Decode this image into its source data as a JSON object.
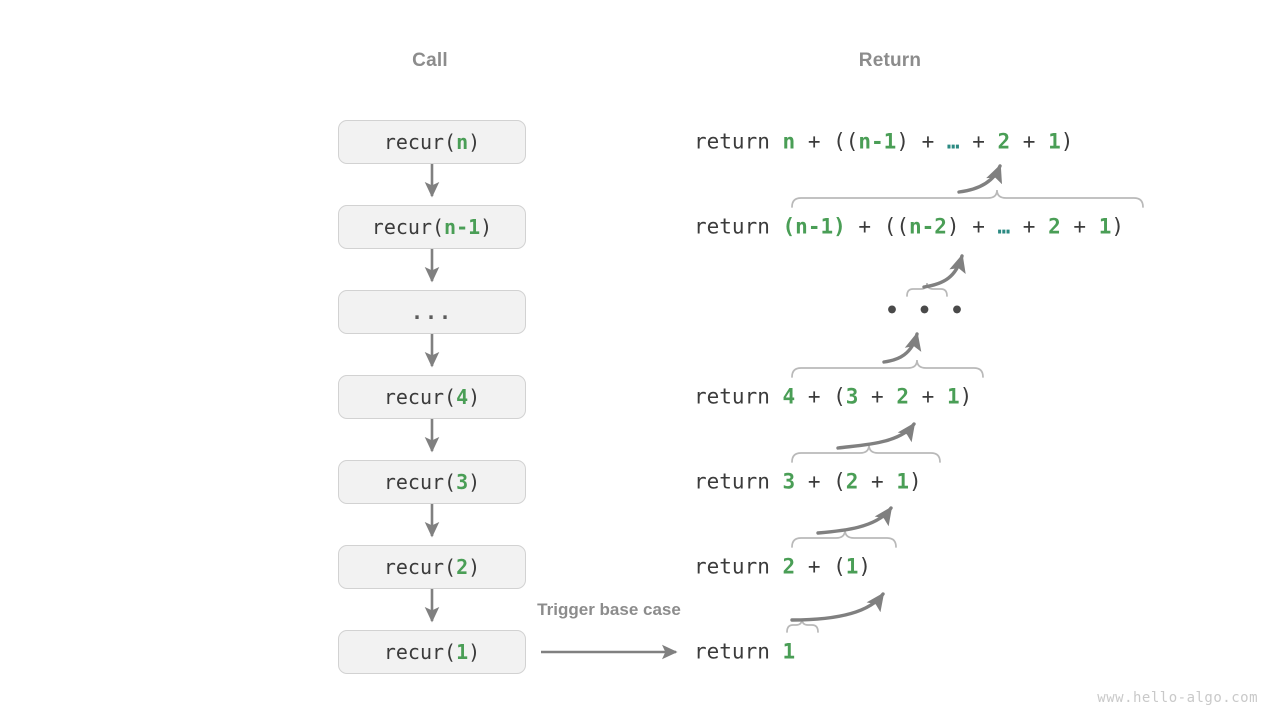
{
  "headers": {
    "call": "Call",
    "return": "Return"
  },
  "colors": {
    "green": "#4a9e56",
    "teal": "#2b8a82",
    "text": "#3b3b3b",
    "gray": "#8c8c8c",
    "box_fill": "#f2f2f2",
    "box_border": "#d2d2d2",
    "arrow": "#808080",
    "brace": "#b5b5b5",
    "watermark": "#c9c9c9"
  },
  "call_stack": [
    {
      "name": "call-box-n",
      "prefix": "recur(",
      "arg": "n",
      "suffix": ")",
      "ellipsis": false
    },
    {
      "name": "call-box-n-1",
      "prefix": "recur(",
      "arg": "n-1",
      "suffix": ")",
      "ellipsis": false
    },
    {
      "name": "call-box-dots",
      "prefix": "",
      "arg": "...",
      "suffix": "",
      "ellipsis": true
    },
    {
      "name": "call-box-4",
      "prefix": "recur(",
      "arg": "4",
      "suffix": ")",
      "ellipsis": false
    },
    {
      "name": "call-box-3",
      "prefix": "recur(",
      "arg": "3",
      "suffix": ")",
      "ellipsis": false
    },
    {
      "name": "call-box-2",
      "prefix": "recur(",
      "arg": "2",
      "suffix": ")",
      "ellipsis": false
    },
    {
      "name": "call-box-1",
      "prefix": "recur(",
      "arg": "1",
      "suffix": ")",
      "ellipsis": false
    }
  ],
  "returns": [
    {
      "name": "return-row-n",
      "keyword": "return ",
      "tokens": [
        {
          "t": "n",
          "c": "green"
        },
        {
          "t": " + ((",
          "c": "text"
        },
        {
          "t": "n-1",
          "c": "green"
        },
        {
          "t": ") + ",
          "c": "text"
        },
        {
          "t": "…",
          "c": "teal"
        },
        {
          "t": " + ",
          "c": "text"
        },
        {
          "t": "2",
          "c": "green"
        },
        {
          "t": " + ",
          "c": "text"
        },
        {
          "t": "1",
          "c": "green"
        },
        {
          "t": ")",
          "c": "text"
        }
      ]
    },
    {
      "name": "return-row-n-1",
      "keyword": "return ",
      "tokens": [
        {
          "t": "(",
          "c": "green"
        },
        {
          "t": "n-1",
          "c": "green"
        },
        {
          "t": ")",
          "c": "green"
        },
        {
          "t": " + ((",
          "c": "text"
        },
        {
          "t": "n-2",
          "c": "green"
        },
        {
          "t": ") + ",
          "c": "text"
        },
        {
          "t": "…",
          "c": "teal"
        },
        {
          "t": " + ",
          "c": "text"
        },
        {
          "t": "2",
          "c": "green"
        },
        {
          "t": " + ",
          "c": "text"
        },
        {
          "t": "1",
          "c": "green"
        },
        {
          "t": ")",
          "c": "text"
        }
      ]
    },
    {
      "name": "return-row-4",
      "keyword": "return ",
      "tokens": [
        {
          "t": "4",
          "c": "green"
        },
        {
          "t": " + (",
          "c": "text"
        },
        {
          "t": "3",
          "c": "green"
        },
        {
          "t": " + ",
          "c": "text"
        },
        {
          "t": "2",
          "c": "green"
        },
        {
          "t": " + ",
          "c": "text"
        },
        {
          "t": "1",
          "c": "green"
        },
        {
          "t": ")",
          "c": "text"
        }
      ]
    },
    {
      "name": "return-row-3",
      "keyword": "return ",
      "tokens": [
        {
          "t": "3",
          "c": "green"
        },
        {
          "t": " + (",
          "c": "text"
        },
        {
          "t": "2",
          "c": "green"
        },
        {
          "t": " + ",
          "c": "text"
        },
        {
          "t": "1",
          "c": "green"
        },
        {
          "t": ")",
          "c": "text"
        }
      ]
    },
    {
      "name": "return-row-2",
      "keyword": "return ",
      "tokens": [
        {
          "t": "2",
          "c": "green"
        },
        {
          "t": " + (",
          "c": "text"
        },
        {
          "t": "1",
          "c": "green"
        },
        {
          "t": ")",
          "c": "text"
        }
      ]
    },
    {
      "name": "return-row-1",
      "keyword": "return ",
      "tokens": [
        {
          "t": "1",
          "c": "green"
        }
      ]
    }
  ],
  "middle_ellipsis": "• • •",
  "trigger_label": "Trigger base case",
  "watermark": "www.hello-algo.com"
}
